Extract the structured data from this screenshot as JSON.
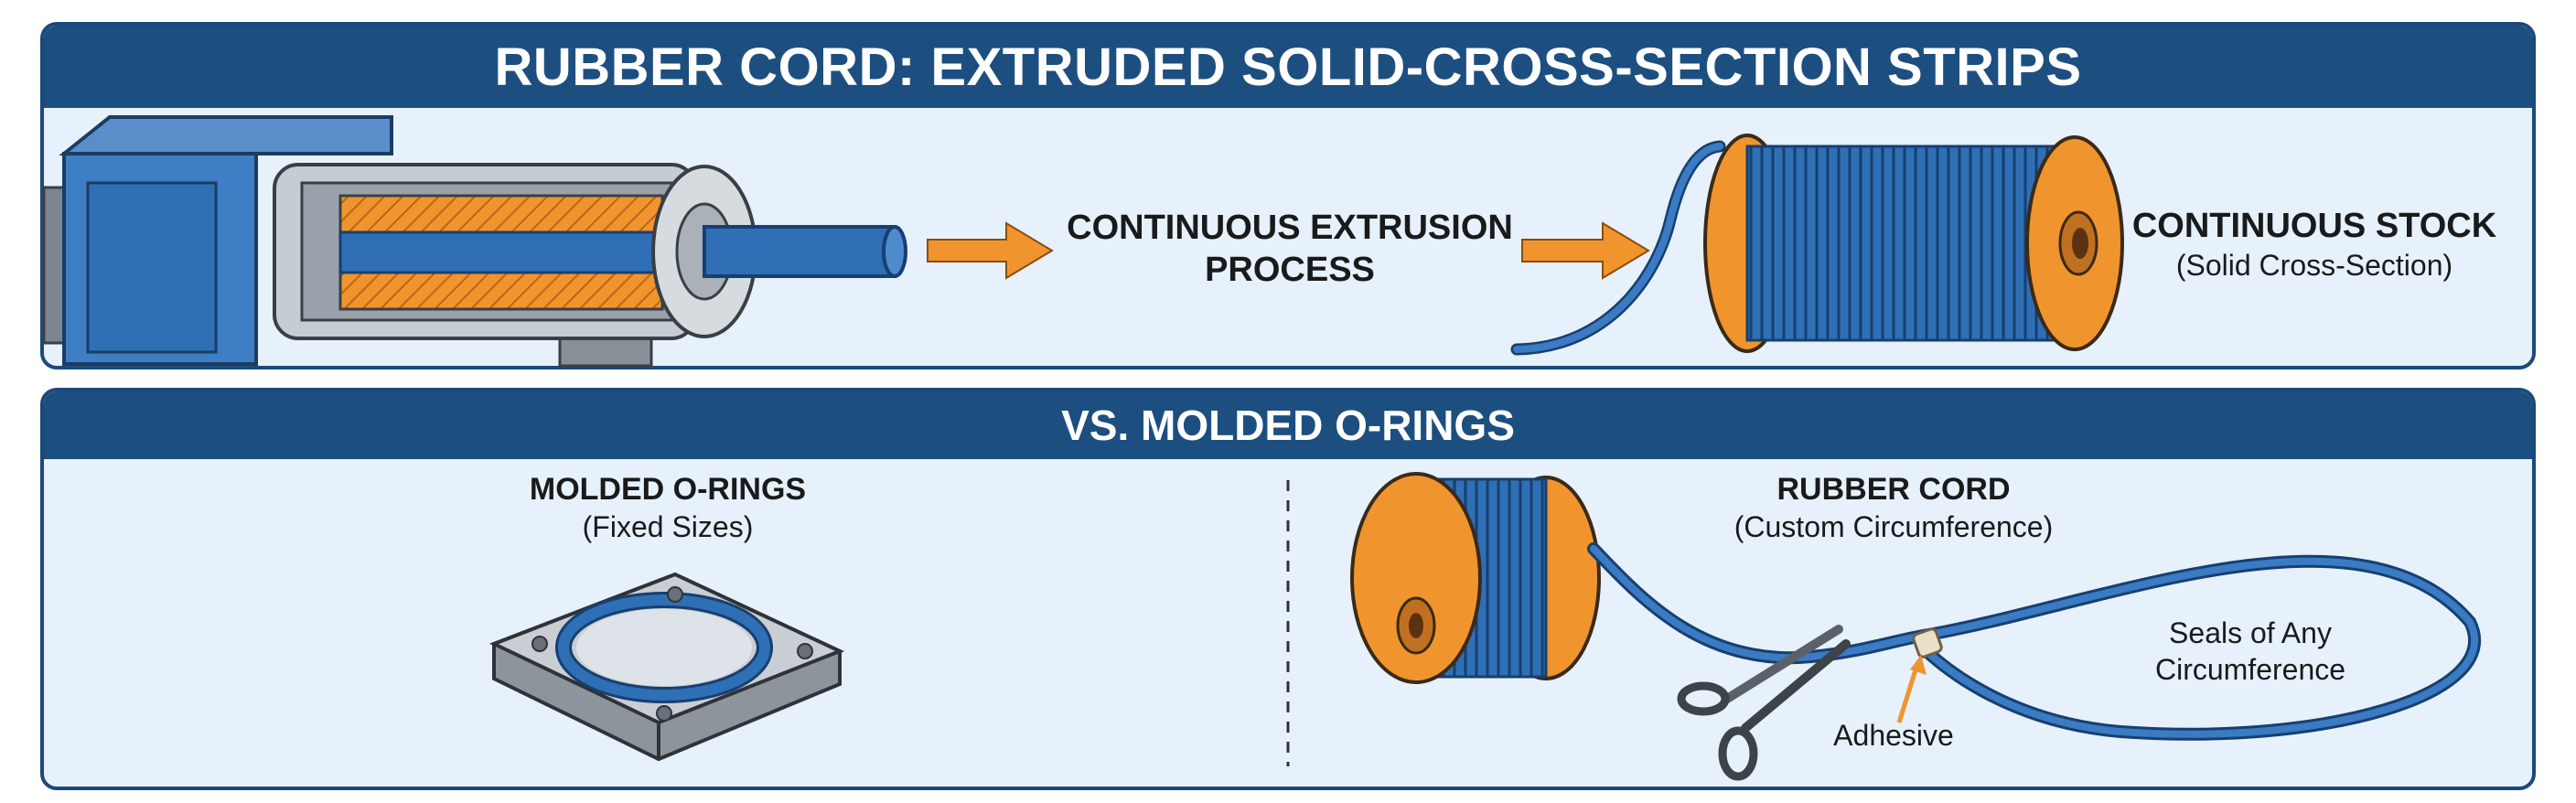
{
  "top_panel": {
    "title": "RUBBER CORD: EXTRUDED SOLID-CROSS-SECTION STRIPS",
    "process_line1": "CONTINUOUS EXTRUSION",
    "process_line2": "PROCESS",
    "stock_title": "CONTINUOUS STOCK",
    "stock_sub": "(Solid Cross-Section)"
  },
  "bottom_panel": {
    "title": "VS. MOLDED O-RINGS",
    "left_title": "MOLDED O-RINGS",
    "left_sub": "(Fixed Sizes)",
    "right_title": "RUBBER CORD",
    "right_sub": "(Custom Circumference)",
    "seals_line1": "Seals of Any",
    "seals_line2": "Circumference",
    "adhesive": "Adhesive"
  },
  "colors": {
    "navy": "#1c4f80",
    "panel_bg": "#e6f1fb",
    "cord_blue": "#2f6fb5",
    "orange": "#f0952e",
    "steel": "#b9bfc6"
  }
}
